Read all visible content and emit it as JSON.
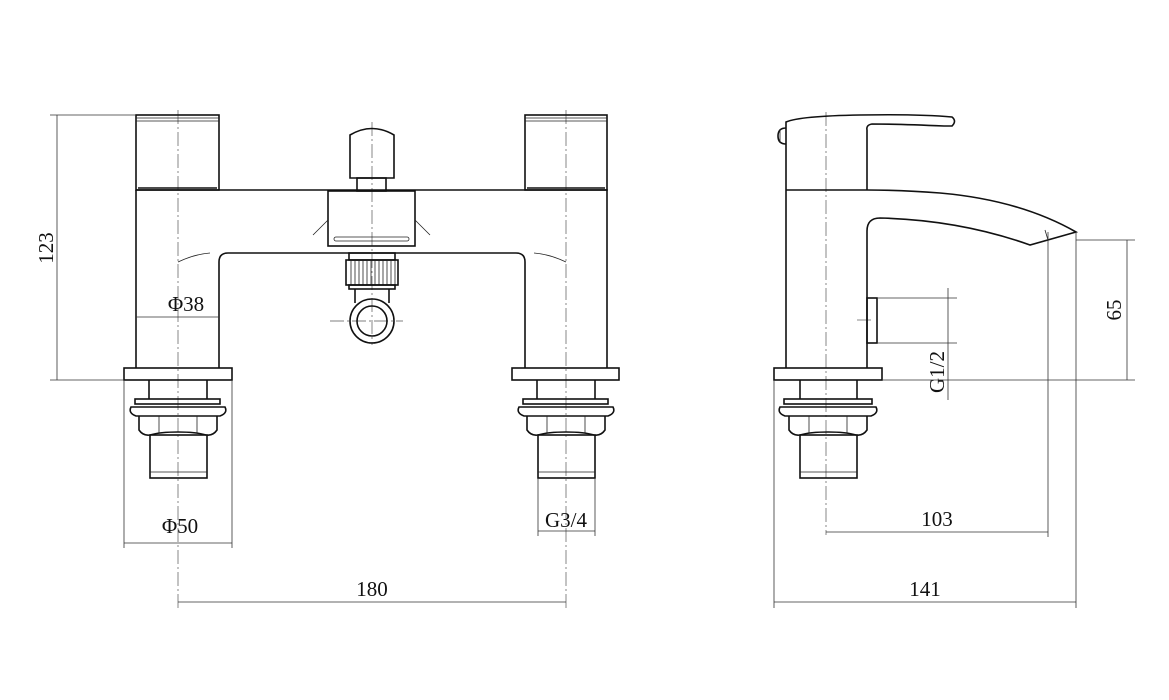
{
  "drawing": {
    "front_view": {
      "height_label": "123",
      "body_diameter_label": "Φ38",
      "base_diameter_label": "Φ50",
      "inlet_thread_label": "G3/4",
      "centres_label": "180"
    },
    "side_view": {
      "outlet_height_label": "65",
      "outlet_thread_label": "G1/2",
      "spout_reach_label": "103",
      "overall_depth_label": "141"
    }
  }
}
